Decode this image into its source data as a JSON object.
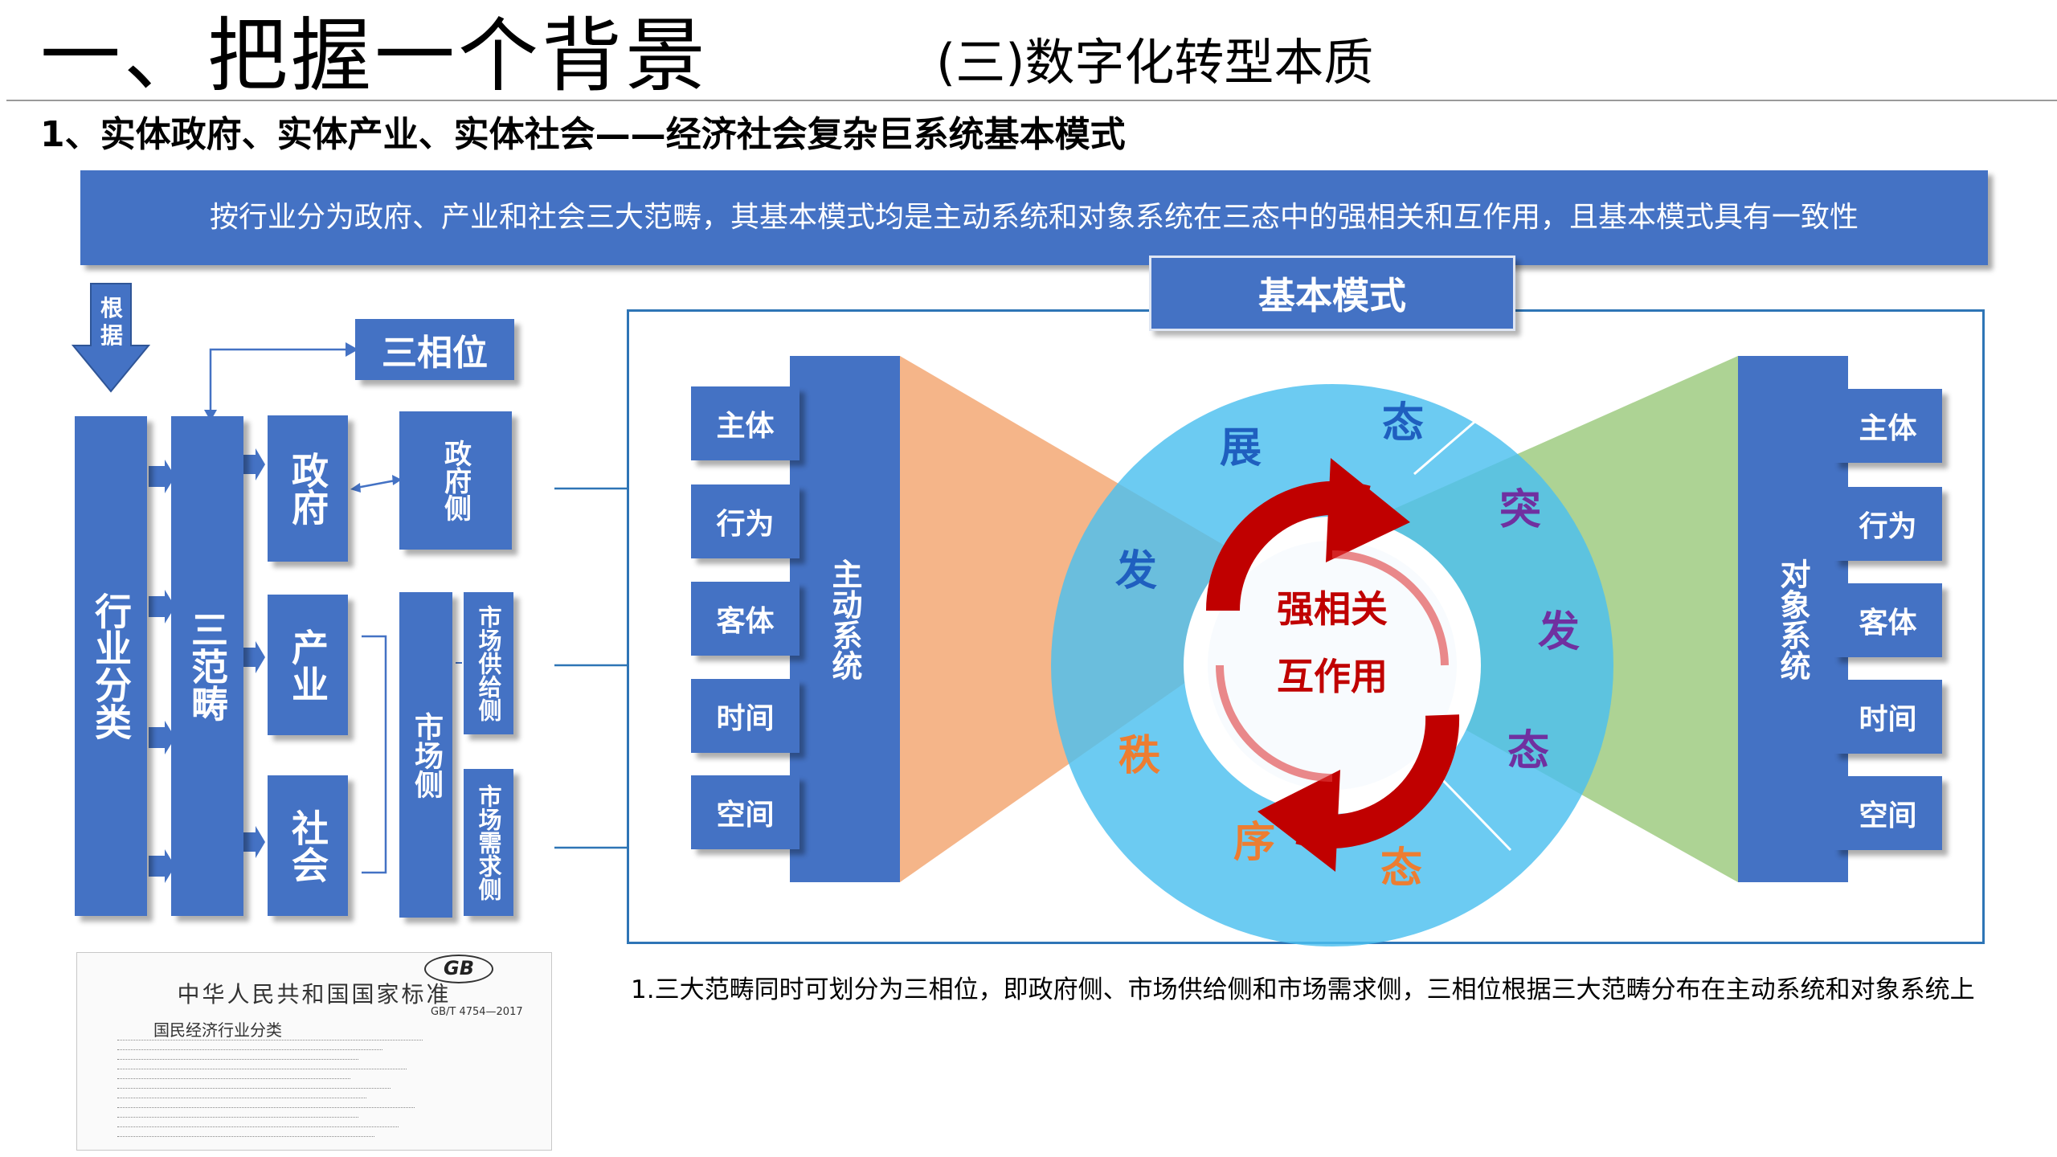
{
  "header": {
    "title": "一、把握一个背景",
    "subtitle": "(三)数字化转型本质"
  },
  "section": {
    "heading": "1、实体政府、实体产业、实体社会——经济社会复杂巨系统基本模式"
  },
  "banner": {
    "text": "按行业分为政府、产业和社会三大范畴，其基本模式均是主动系统和对象系统在三态中的强相关和互作用，且基本模式具有一致性"
  },
  "left_panel": {
    "basis_arrow": "根据",
    "industry_class": "行业分类",
    "three_domains": "三范畴",
    "three_phases": "三相位",
    "government": "政府",
    "industry": "产业",
    "society": "社会",
    "government_side": "政府侧",
    "market_side": "市场侧",
    "market_supply_side": "市场供给侧",
    "market_demand_side": "市场需求侧"
  },
  "diagram": {
    "title": "基本模式",
    "active_system": "主动系统",
    "object_system": "对象系统",
    "left_attributes": [
      "主体",
      "行为",
      "客体",
      "时间",
      "空间"
    ],
    "right_attributes": [
      "主体",
      "行为",
      "客体",
      "时间",
      "空间"
    ],
    "center_line1": "强相关",
    "center_line2": "互作用",
    "states": {
      "development": [
        "发",
        "展",
        "态"
      ],
      "emergency": [
        "突",
        "发",
        "态"
      ],
      "order": [
        "秩",
        "序",
        "态"
      ]
    },
    "colors": {
      "primary_blue": "#4472c4",
      "ring_blue": "#56c3f0",
      "left_fan": "#f4b183",
      "right_fan": "#a9d18e",
      "cycle_red": "#c00000",
      "development_text": "#1f5fbf",
      "emergency_text": "#7030a0",
      "order_text": "#ed7d31"
    }
  },
  "footnote": {
    "text": "1.三大范畴同时可划分为三相位，即政府侧、市场供给侧和市场需求侧，三相位根据三大范畴分布在主动系统和对象系统上"
  },
  "standard_doc": {
    "logo": "GB",
    "heading": "中华人民共和国国家标准",
    "code": "GB/T 4754—2017",
    "doc_title": "国民经济行业分类"
  }
}
